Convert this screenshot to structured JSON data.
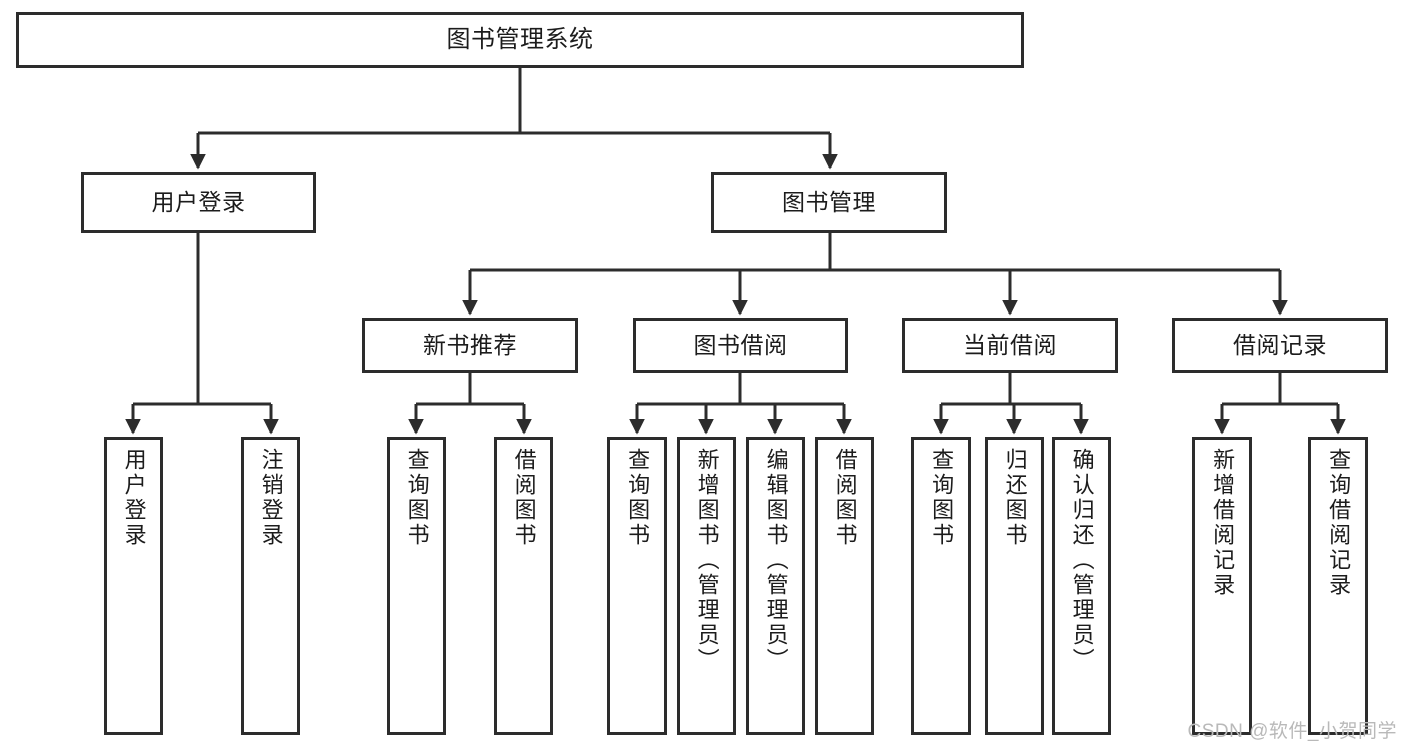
{
  "diagram": {
    "title": "图书管理系统",
    "type": "hierarchy-tree",
    "colors": {
      "border": "#2c2c2c",
      "background": "#ffffff",
      "text": "#1c1c1c",
      "watermark": "#b9b9b9"
    },
    "levels": {
      "root": {
        "label": "图书管理系统"
      },
      "level2": [
        {
          "label": "用户登录"
        },
        {
          "label": "图书管理"
        }
      ],
      "level3": [
        {
          "label": "新书推荐"
        },
        {
          "label": "图书借阅"
        },
        {
          "label": "当前借阅"
        },
        {
          "label": "借阅记录"
        }
      ],
      "level4": [
        {
          "label": "用户登录",
          "parent": "用户登录"
        },
        {
          "label": "注销登录",
          "parent": "用户登录"
        },
        {
          "label": "查询图书",
          "parent": "新书推荐"
        },
        {
          "label": "借阅图书",
          "parent": "新书推荐"
        },
        {
          "label": "查询图书",
          "parent": "图书借阅"
        },
        {
          "label": "新增图书（管理员）",
          "parent": "图书借阅"
        },
        {
          "label": "编辑图书（管理员）",
          "parent": "图书借阅"
        },
        {
          "label": "借阅图书",
          "parent": "图书借阅"
        },
        {
          "label": "查询图书",
          "parent": "当前借阅"
        },
        {
          "label": "归还图书",
          "parent": "当前借阅"
        },
        {
          "label": "确认归还（管理员）",
          "parent": "当前借阅"
        },
        {
          "label": "新增借阅记录",
          "parent": "借阅记录"
        },
        {
          "label": "查询借阅记录",
          "parent": "借阅记录"
        }
      ]
    }
  },
  "watermark": {
    "text": "CSDN @软件_小贺同学"
  }
}
